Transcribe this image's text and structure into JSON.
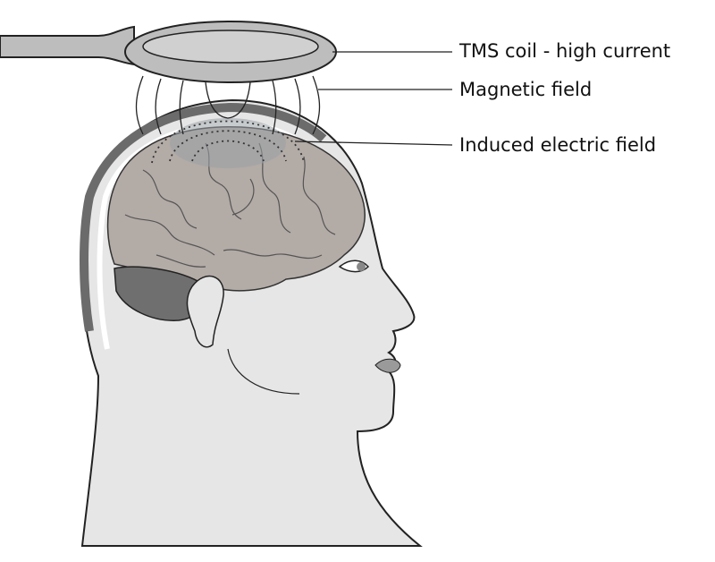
{
  "diagram": {
    "labels": {
      "coil": "TMS coil - high current",
      "magnetic": "Magnetic field",
      "electric": "Induced electric field"
    },
    "colors": {
      "skin": "#e6e6e6",
      "brain": "#b3aba6",
      "coil": "#bdbdbd",
      "outline": "#222222",
      "scalp": "#6b6b6b"
    }
  }
}
